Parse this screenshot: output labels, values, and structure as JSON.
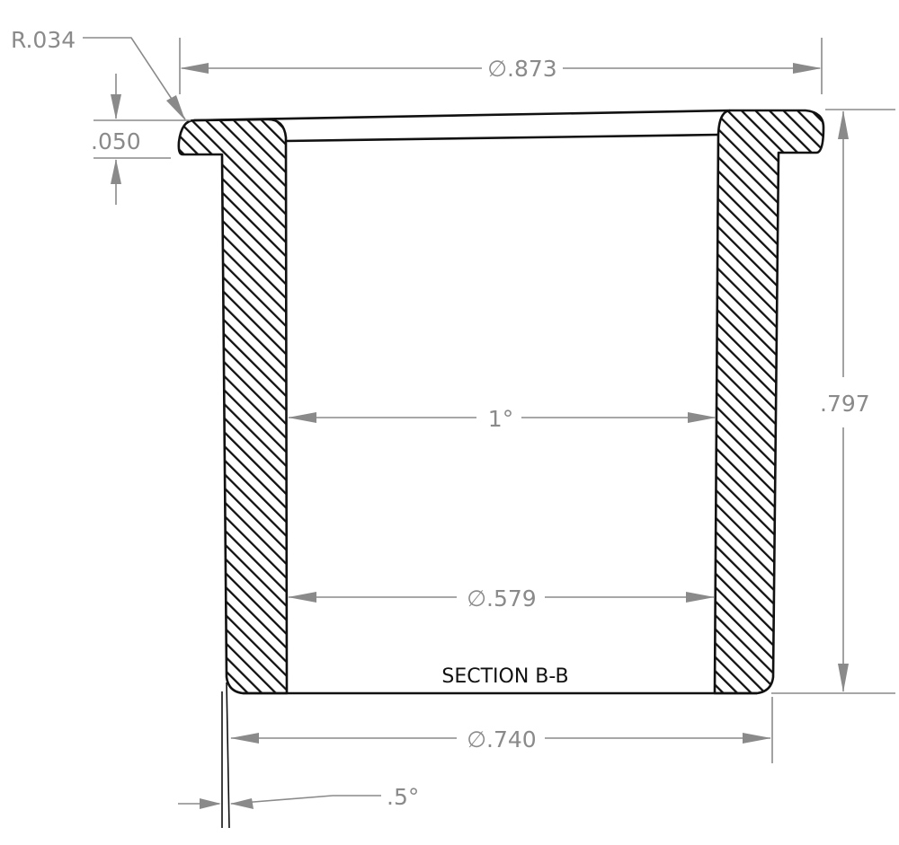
{
  "drawing": {
    "section_label": "SECTION B-B",
    "dimensions": {
      "fillet_radius": "R.034",
      "flange_thickness": ".050",
      "flange_diameter": "∅.873",
      "overall_height": ".797",
      "taper_angle": "1°",
      "inner_diameter": "∅.579",
      "outer_diameter": "∅.740",
      "draft_angle": ".5°"
    },
    "colors": {
      "outline": "#111111",
      "dimension": "#8a8a8a",
      "background": "#ffffff"
    }
  }
}
